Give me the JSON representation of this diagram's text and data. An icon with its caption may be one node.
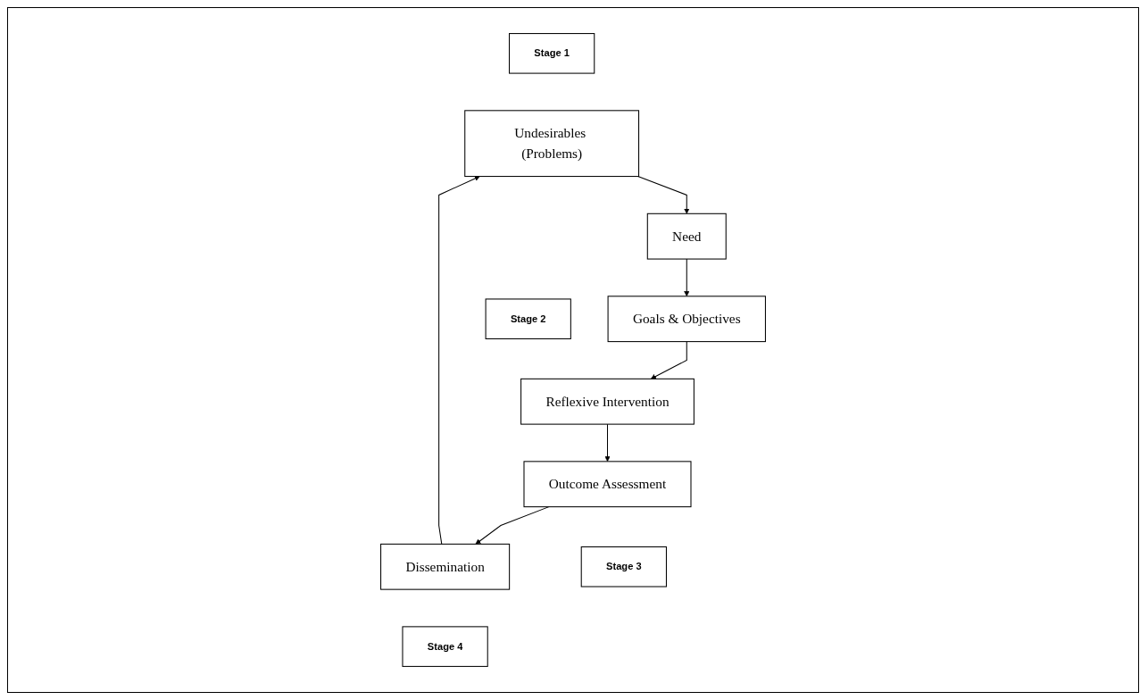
{
  "diagram": {
    "nodes": [
      {
        "text": [
          "Stage 1"
        ]
      },
      {
        "text": [
          "Stage 2"
        ]
      },
      {
        "text": [
          "Need"
        ]
      },
      {
        "text": [
          "Goals & Objectives"
        ]
      },
      {
        "text": [
          "Undesirables (Problems)"
        ]
      },
      {
        "text": [
          "Reflexive Intervention"
        ]
      },
      {
        "text": [
          "Dissemination"
        ]
      },
      {
        "text": [
          "Outcome Assessment"
        ]
      },
      {
        "text": [
          "Stage 4"
        ]
      },
      {
        "text": [
          "Stage 3"
        ]
      }
    ],
    "edges": [
      {
        "from": 2,
        "to": 3,
        "arrow": "to"
      },
      {
        "from": 3,
        "to": 5,
        "arrow": "to"
      },
      {
        "from": 5,
        "to": 7,
        "arrow": "to"
      },
      {
        "from": 7,
        "to": 6,
        "arrow": "to"
      },
      {
        "from": 6,
        "to": 4,
        "arrow": "to"
      },
      {
        "from": 4,
        "to": 2,
        "arrow": "to"
      }
    ]
  }
}
